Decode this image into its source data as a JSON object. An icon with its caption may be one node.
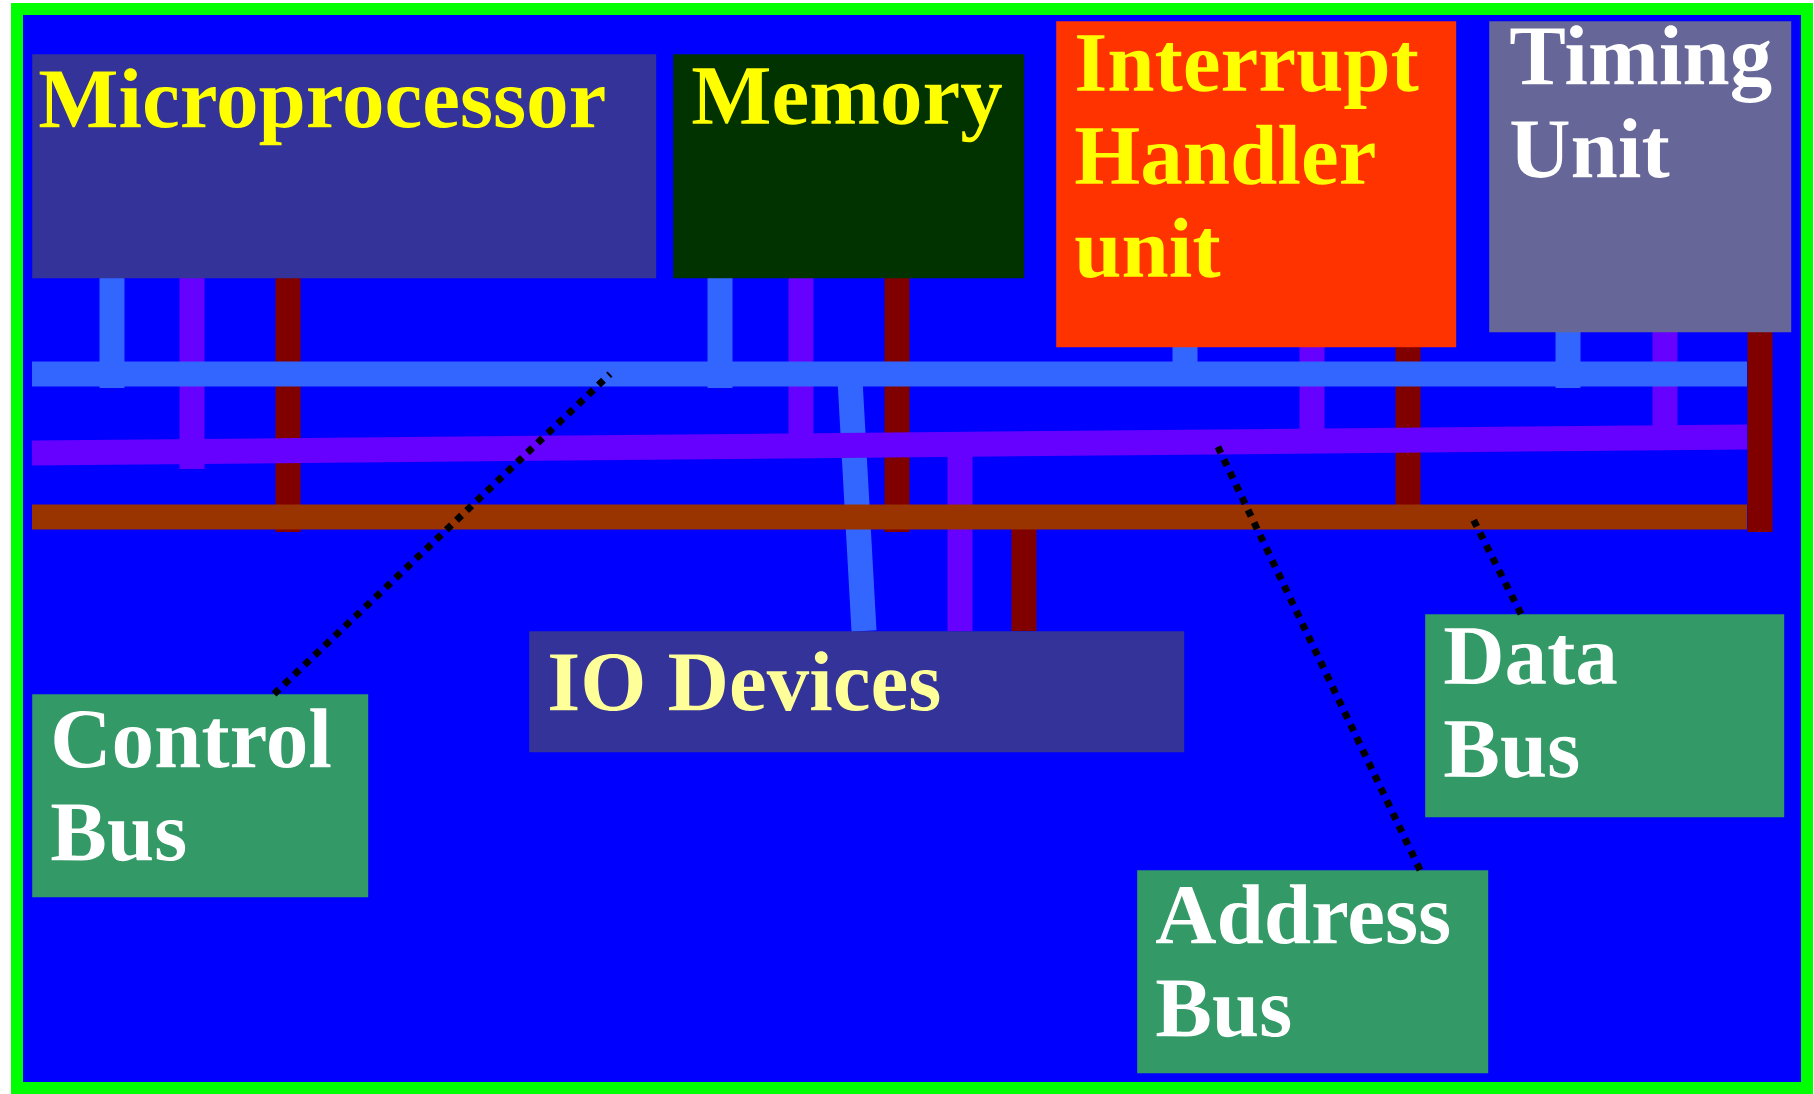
{
  "diagram": {
    "nodes": [
      {
        "text": [
          "Microprocessor"
        ]
      },
      {
        "text": [
          "Memory"
        ]
      },
      {
        "text": [
          "Interrupt Handler unit"
        ]
      },
      {
        "text": [
          "Timing Unit"
        ]
      },
      {
        "text": [
          "IO Devices"
        ]
      },
      {
        "text": [
          "Control Bus"
        ]
      },
      {
        "text": [
          "Data Bus"
        ]
      },
      {
        "text": [
          "Address Bus"
        ]
      }
    ],
    "edges": [
      {
        "from": 5,
        "to": null,
        "arrow": "none",
        "style": "dashed"
      },
      {
        "from": 7,
        "to": null,
        "arrow": "none",
        "style": "dashed"
      },
      {
        "from": 6,
        "to": null,
        "arrow": "none",
        "style": "dashed"
      }
    ]
  }
}
